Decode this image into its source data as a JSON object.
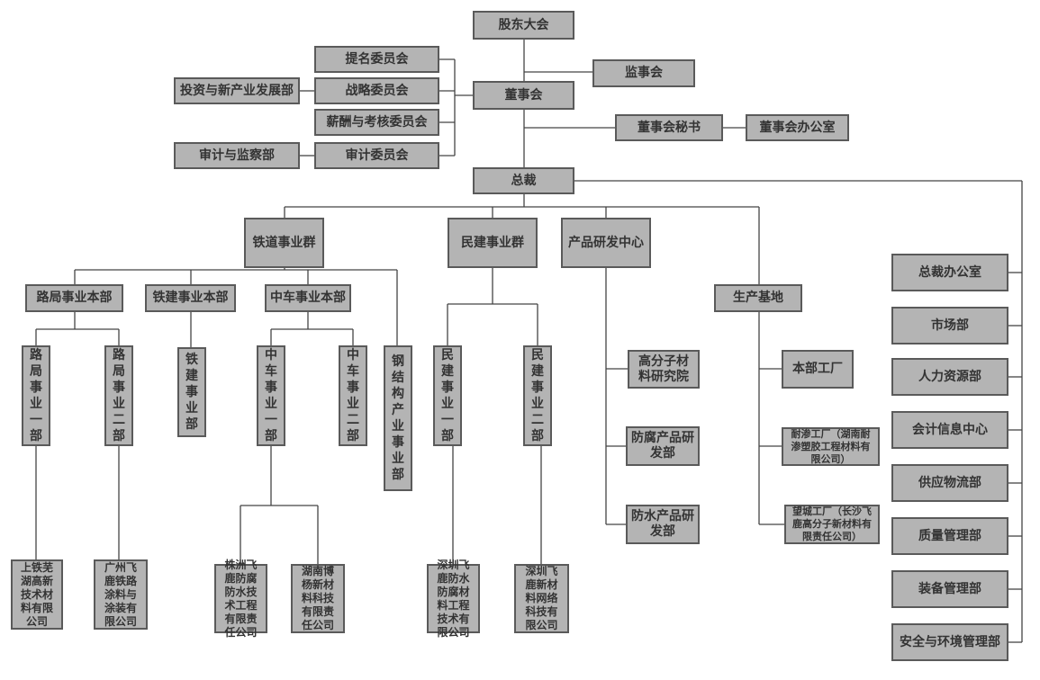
{
  "nodes": {
    "shareholders": "股东大会",
    "supervisory_board": "监事会",
    "board": "董事会",
    "nomination_committee": "提名委员会",
    "strategy_committee": "战略委员会",
    "compensation_committee": "薪酬与考核委员会",
    "audit_committee": "审计委员会",
    "investment_dept": "投资与新产业发展部",
    "audit_supervision_dept": "审计与监察部",
    "board_secretary": "董事会秘书",
    "board_office": "董事会办公室",
    "president": "总裁",
    "railway_group": "铁道事业群",
    "civil_group": "民建事业群",
    "rd_center": "产品研发中心",
    "production_base": "生产基地",
    "luju_hq": "路局事业本部",
    "tiejian_hq": "铁建事业本部",
    "zhongche_hq": "中车事业本部",
    "luju_1": "路局事业一部",
    "luju_2": "路局事业二部",
    "tiejian_div": "铁建事业部",
    "zhongche_1": "中车事业一部",
    "zhongche_2": "中车事业二部",
    "steel_div": "钢结构产业事业部",
    "minjian_1": "民建事业一部",
    "minjian_2": "民建事业二部",
    "polymer_institute": "高分子材料研究院",
    "anticorrosion_rd": "防腐产品研发部",
    "waterproof_rd": "防水产品研发部",
    "main_factory": "本部工厂",
    "naishen_factory": "耐渗工厂（湖南耐渗塑胶工程材料有限公司）",
    "wangcheng_factory": "望城工厂（长沙飞鹿高分子新材料有限责任公司）",
    "sub_wuhu": "上铁芜湖高新技术材料有限公司",
    "sub_guangzhou": "广州飞鹿铁路涂料与涂装有限公司",
    "sub_zhuzhou": "株洲飞鹿防腐防水技术工程有限责任公司",
    "sub_boyang": "湖南博杨新材料科技有限责任公司",
    "sub_sz_waterproof": "深圳飞鹿防水防腐材料工程技术有限公司",
    "sub_sz_network": "深圳飞鹿新材料网络科技有限公司"
  },
  "right_column": [
    "总裁办公室",
    "市场部",
    "人力资源部",
    "会计信息中心",
    "供应物流部",
    "质量管理部",
    "装备管理部",
    "安全与环境管理部"
  ],
  "colors": {
    "box_fill": "#b4b4b4",
    "box_border": "#5a5a5a",
    "line": "#444444"
  }
}
